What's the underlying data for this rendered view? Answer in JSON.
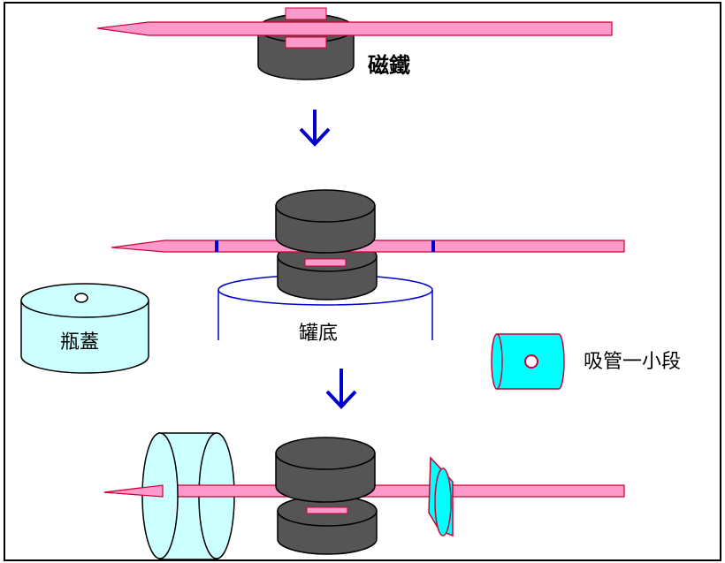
{
  "labels": {
    "magnet": "磁鐵",
    "can_bottom": "罐底",
    "bottle_cap": "瓶蓋",
    "straw_segment": "吸管一小段"
  },
  "colors": {
    "needle_fill": "#ff99cc",
    "needle_stroke": "#cc0033",
    "magnet_fill": "#555555",
    "magnet_stroke": "#000000",
    "cap_fill": "#ccffff",
    "straw_fill": "#00ffff",
    "arrow": "#0000cc",
    "can_stroke": "#0000cc",
    "mark": "#0000cc"
  }
}
